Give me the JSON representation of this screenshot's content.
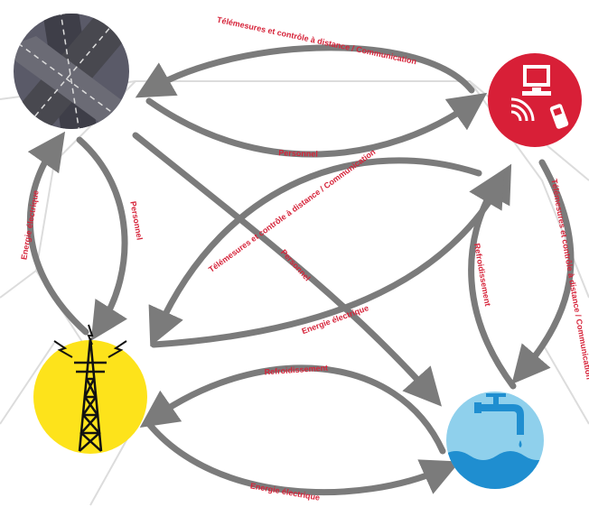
{
  "nodes": {
    "transport": {
      "name": "highway-node",
      "icon": "highway-icon",
      "color": "#5a5a68"
    },
    "telecom": {
      "name": "telecom-node",
      "icon": "computer-phone-icon",
      "color": "#d81f37"
    },
    "energy": {
      "name": "energy-node",
      "icon": "transmission-tower-icon",
      "color": "#fde31b"
    },
    "water": {
      "name": "water-node",
      "icon": "water-tap-icon",
      "color": "#3aa6d8"
    }
  },
  "edges": {
    "telecom_to_transport": "Télémesures et contrôle à distance / Communication",
    "transport_to_telecom": "Personnel",
    "energy_to_transport": "Energie électrique",
    "transport_to_energy": "Personnel",
    "telecom_to_energy": "Télémesures et contrôle à distance / Communication",
    "energy_to_telecom": "Energie électrique",
    "transport_to_water": "Personnel",
    "telecom_to_water": "Télémesures et contrôle à distance / Communication",
    "water_to_telecom": "Refroidissement",
    "water_to_energy": "Refroidissement",
    "energy_to_water": "Energie électrique"
  },
  "colors": {
    "arrow": "#7b7b7b",
    "label": "#d6243a",
    "hex_grid": "#dcdcdc"
  }
}
